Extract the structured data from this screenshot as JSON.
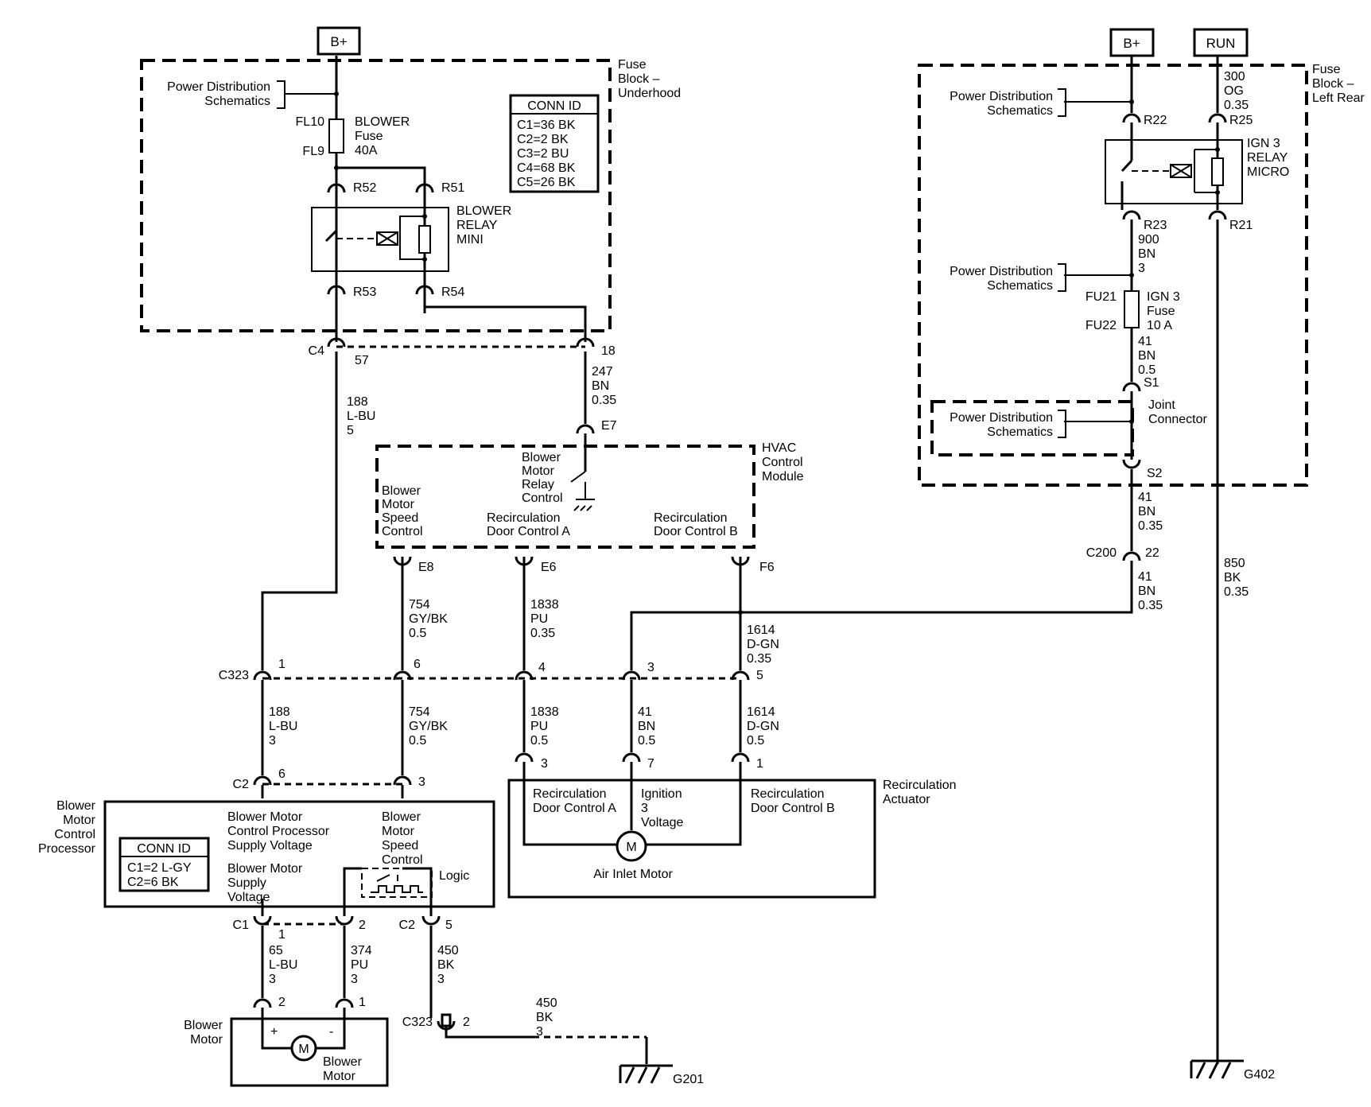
{
  "terminals": {
    "bplus_left": "B+",
    "bplus_right": "B+",
    "run": "RUN"
  },
  "fuse_block_underhood": {
    "title": [
      "Fuse",
      "Block –",
      "Underhood"
    ],
    "pds": [
      "Power Distribution",
      "Schematics"
    ],
    "fuse_in": "FL10",
    "fuse_out": "FL9",
    "fuse_label": [
      "BLOWER",
      "Fuse",
      "40A"
    ],
    "relay_label": [
      "BLOWER",
      "RELAY",
      "MINI"
    ],
    "pins": {
      "r52": "R52",
      "r51": "R51",
      "r53": "R53",
      "r54": "R54"
    },
    "conn_id": {
      "title": "CONN ID",
      "rows": [
        "C1=36 BK",
        "C2=2 BK",
        "C3=2 BU",
        "C4=68 BK",
        "C5=26 BK"
      ]
    },
    "c4": "C4",
    "pin57": "57",
    "pin18": "18"
  },
  "fuse_block_left_rear": {
    "title": [
      "Fuse",
      "Block –",
      "Left Rear"
    ],
    "pds1": [
      "Power Distribution",
      "Schematics"
    ],
    "pds2": [
      "Power Distribution",
      "Schematics"
    ],
    "pds3": [
      "Power Distribution",
      "Schematics"
    ],
    "pins": {
      "r22": "R22",
      "r25": "R25",
      "r23": "R23",
      "r21": "R21",
      "s1": "S1",
      "s2": "S2"
    },
    "relay_label": [
      "IGN 3",
      "RELAY",
      "MICRO"
    ],
    "fuse_in": "FU21",
    "fuse_out": "FU22",
    "fuse_label": [
      "IGN 3",
      "Fuse",
      "10 A"
    ],
    "joint": [
      "Joint",
      "Connector"
    ]
  },
  "wires": {
    "w300": [
      "300",
      "OG",
      "0.35"
    ],
    "w900": [
      "900",
      "BN",
      "3"
    ],
    "w41_s": [
      "41",
      "BN",
      "0.5"
    ],
    "w41_a": [
      "41",
      "BN",
      "0.35"
    ],
    "w41_b": [
      "41",
      "BN",
      "0.35"
    ],
    "w850": [
      "850",
      "BK",
      "0.35"
    ],
    "w188_top": [
      "188",
      "L-BU",
      "5"
    ],
    "w247": [
      "247",
      "BN",
      "0.35"
    ],
    "w754_top": [
      "754",
      "GY/BK",
      "0.5"
    ],
    "w1838_top": [
      "1838",
      "PU",
      "0.35"
    ],
    "w1614_top": [
      "1614",
      "D-GN",
      "0.35"
    ],
    "w188_bot": [
      "188",
      "L-BU",
      "3"
    ],
    "w754_bot": [
      "754",
      "GY/BK",
      "0.5"
    ],
    "w1838_bot": [
      "1838",
      "PU",
      "0.5"
    ],
    "w41_bot": [
      "41",
      "BN",
      "0.5"
    ],
    "w1614_bot": [
      "1614",
      "D-GN",
      "0.5"
    ],
    "w65": [
      "65",
      "L-BU",
      "3"
    ],
    "w374": [
      "374",
      "PU",
      "3"
    ],
    "w450a": [
      "450",
      "BK",
      "3"
    ],
    "w450b": [
      "450",
      "BK",
      "3"
    ]
  },
  "hvac": {
    "title": [
      "HVAC",
      "Control",
      "Module"
    ],
    "relay_ctrl": [
      "Blower",
      "Motor",
      "Relay",
      "Control"
    ],
    "speed": [
      "Blower",
      "Motor",
      "Speed",
      "Control"
    ],
    "door_a": [
      "Recirculation",
      "Door Control A"
    ],
    "door_b": [
      "Recirculation",
      "Door Control B"
    ],
    "e7": "E7",
    "e8": "E8",
    "e6": "E6",
    "f6": "F6"
  },
  "c200": {
    "name": "C200",
    "pin": "22"
  },
  "c323": {
    "name": "C323",
    "pins": [
      "1",
      "6",
      "4",
      "3",
      "5"
    ]
  },
  "recirc_actuator": {
    "title": [
      "Recirculation",
      "Actuator"
    ],
    "pins": [
      "3",
      "7",
      "1"
    ],
    "door_a": [
      "Recirculation",
      "Door Control A"
    ],
    "ignition": [
      "Ignition",
      "3",
      "Voltage"
    ],
    "door_b": [
      "Recirculation",
      "Door Control B"
    ],
    "motor_symbol": "M",
    "motor": "Air Inlet Motor"
  },
  "bmcp": {
    "title": [
      "Blower",
      "Motor",
      "Control",
      "Processor"
    ],
    "c2_top": "C2",
    "c2_top_pins": [
      "6",
      "3"
    ],
    "conn_id": {
      "title": "CONN ID",
      "rows": [
        "C1=2 L-GY",
        "C2=6 BK"
      ]
    },
    "supply_cp": [
      "Blower Motor",
      "Control Processor",
      "Supply Voltage"
    ],
    "supply": [
      "Blower Motor",
      "Supply",
      "Voltage"
    ],
    "speed": [
      "Blower",
      "Motor",
      "Speed",
      "Control"
    ],
    "logic": "Logic",
    "c1": "C1",
    "c1_pins": [
      "1",
      "2"
    ],
    "c2_bot": "C2",
    "c2_bot_pin": "5"
  },
  "blower_motor": {
    "title": [
      "Blower",
      "Motor"
    ],
    "pins": [
      "2",
      "1"
    ],
    "plus": "+",
    "minus": "-",
    "motor_symbol": "M",
    "inner": [
      "Blower",
      "Motor"
    ]
  },
  "c323_ground": {
    "name": "C323",
    "pin": "2"
  },
  "grounds": {
    "g201": "G201",
    "g402": "G402"
  }
}
